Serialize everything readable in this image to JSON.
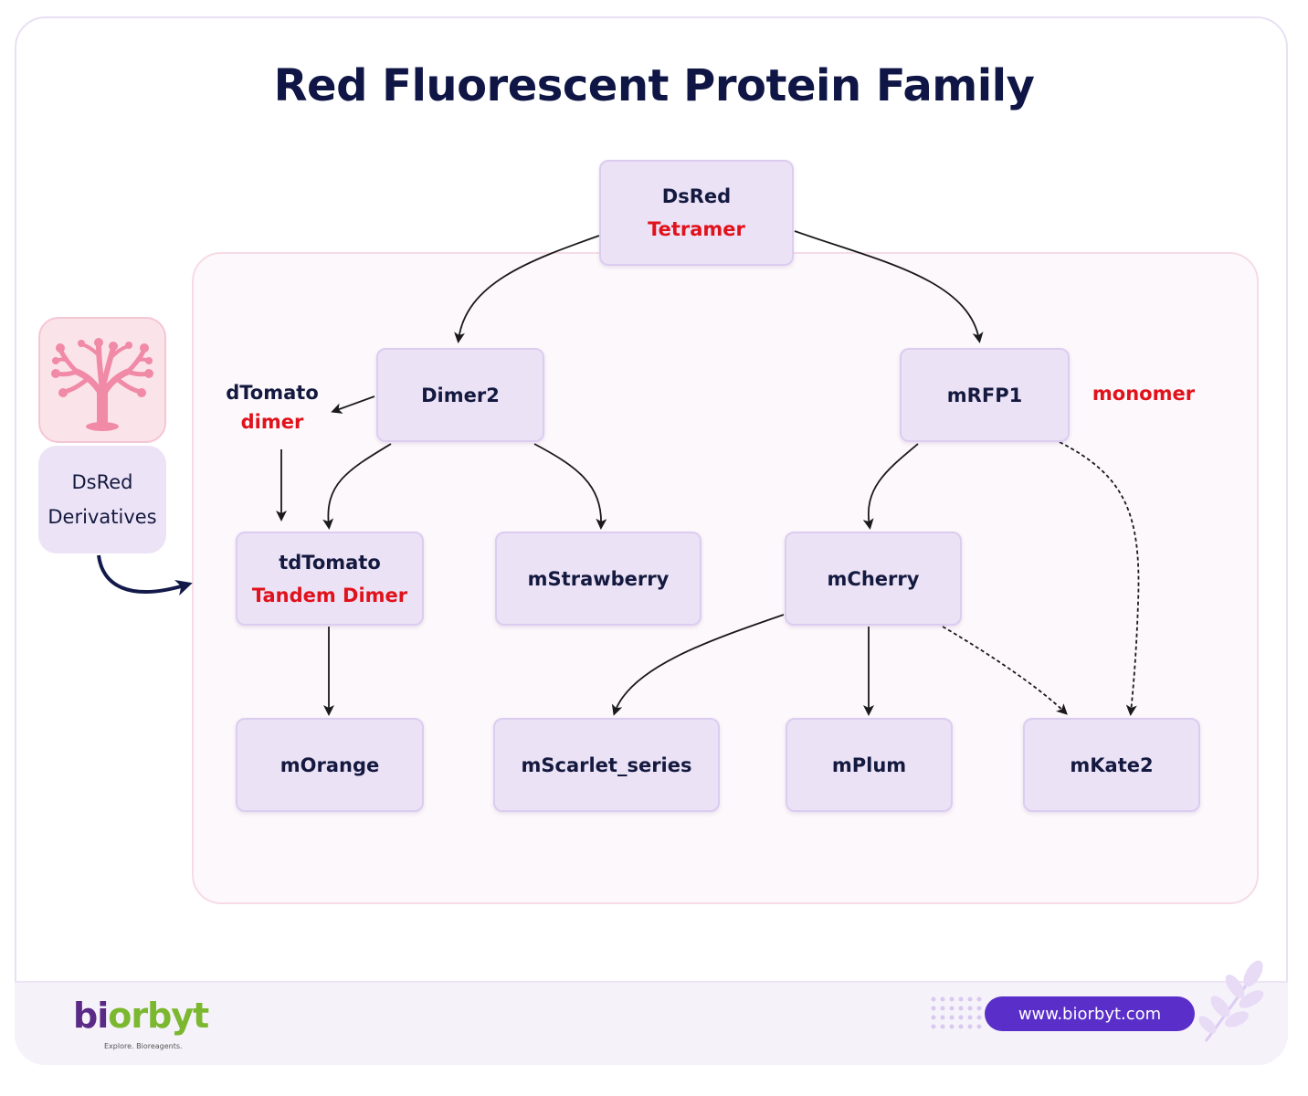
{
  "title": "Red Fluorescent Protein Family",
  "sidebar": {
    "icon": "coral-icon",
    "label_line1": "DsRed",
    "label_line2": "Derivatives"
  },
  "nodes": {
    "dsred": {
      "name": "DsRed",
      "sub": "Tetramer"
    },
    "dimer2": {
      "name": "Dimer2"
    },
    "mrfp1": {
      "name": "mRFP1"
    },
    "tdtomato": {
      "name": "tdTomato",
      "sub": "Tandem Dimer"
    },
    "mstrawberry": {
      "name": "mStrawberry"
    },
    "mcherry": {
      "name": "mCherry"
    },
    "morange": {
      "name": "mOrange"
    },
    "mscarlet": {
      "name": "mScarlet_series"
    },
    "mplum": {
      "name": "mPlum"
    },
    "mkate2": {
      "name": "mKate2"
    }
  },
  "labels": {
    "dtomato_name": "dTomato",
    "dtomato_sub": "dimer",
    "monomer": "monomer"
  },
  "footer": {
    "logo_part1": "bi",
    "logo_part2": "orbyt",
    "tagline": "Explore. Bioreagents.",
    "url": "www.biorbyt.com"
  },
  "colors": {
    "title": "#0f1645",
    "accent_red": "#e0121b",
    "node_fill": "#ece2f6",
    "panel_fill": "#fdf8fb",
    "url_pill": "#5a2fc9"
  }
}
